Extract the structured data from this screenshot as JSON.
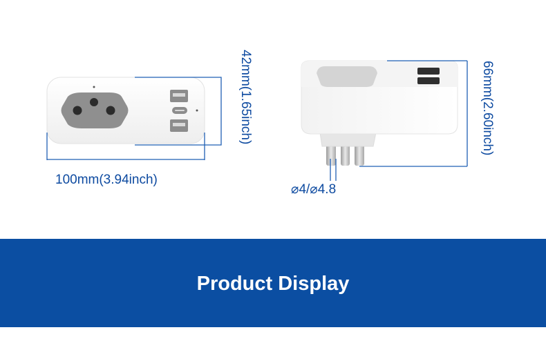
{
  "dimensions": {
    "front_height": "42mm(1.65inch)",
    "front_width": "100mm(3.94inch)",
    "pin_diameter": "⌀4/⌀4.8",
    "side_height": "66mm(2.60inch)"
  },
  "banner": {
    "title": "Product Display",
    "color": "#0b4ea2"
  },
  "colors": {
    "dimension_line": "#1f5fb3",
    "dimension_text": "#0d4aa0",
    "device_body": "#f7f7f7",
    "socket_gray": "#8f8f8f"
  },
  "icons": [
    "power-socket-icon",
    "usb-a-port-icon",
    "usb-c-port-icon",
    "power-pin-icon"
  ]
}
